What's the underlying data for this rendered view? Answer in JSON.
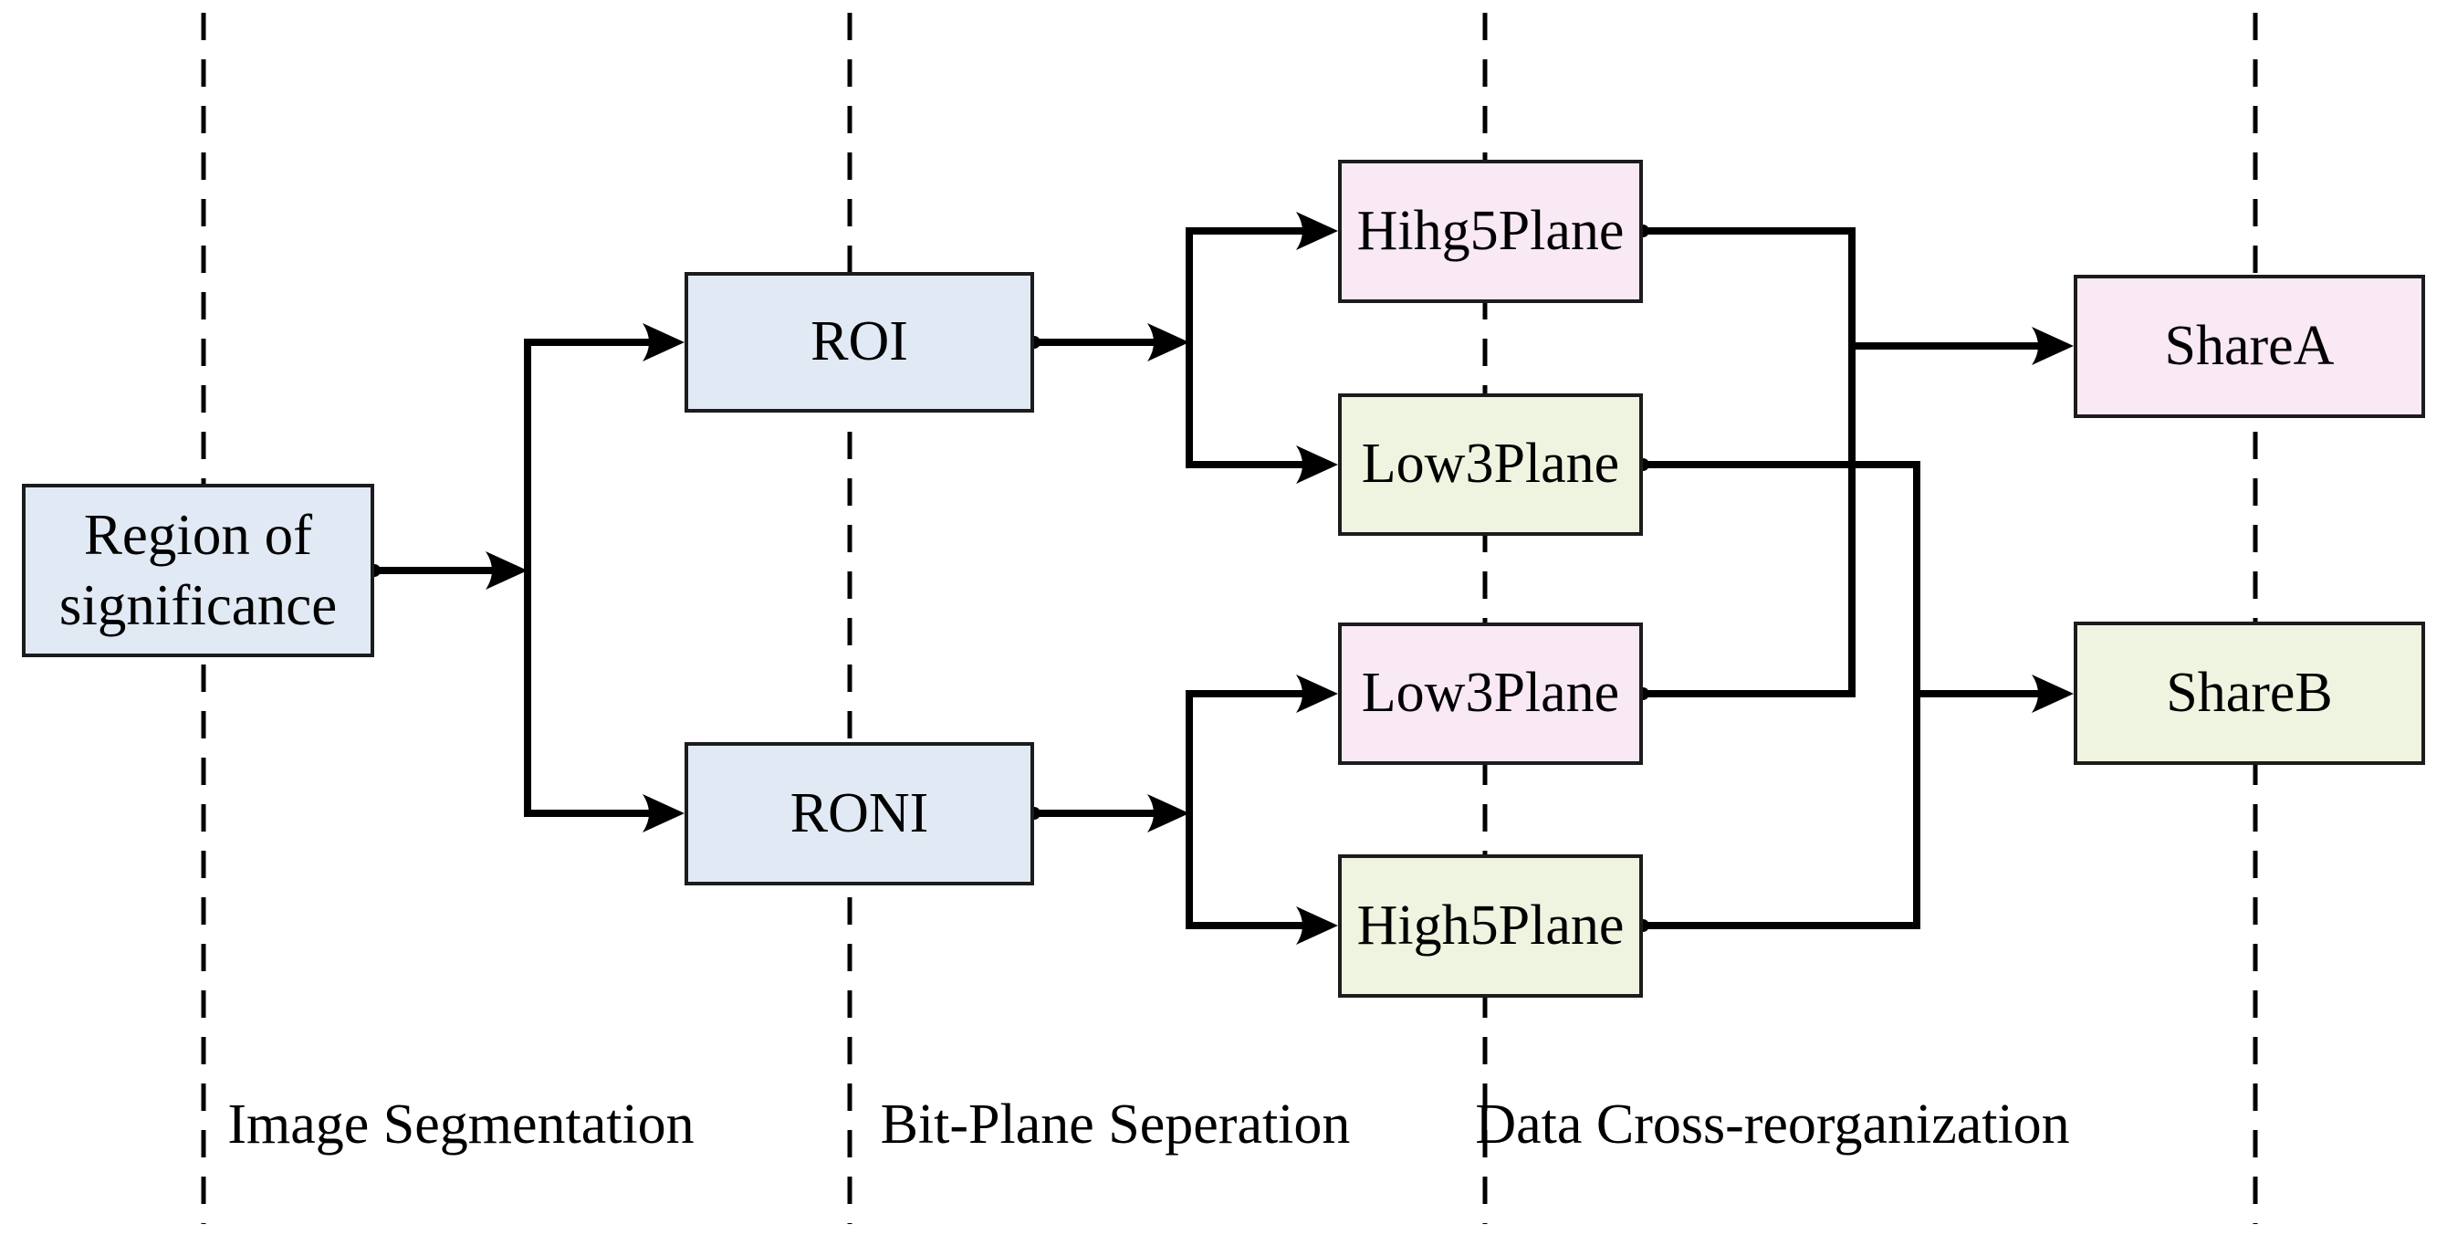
{
  "figure": {
    "background_color": "#ffffff",
    "line_color": "#000000",
    "border_color": "#1c1c1c",
    "stage_labels": [
      {
        "label": "Image Segmentation"
      },
      {
        "label": "Bit-Plane Seperation"
      },
      {
        "label": "Data Cross-reorganization"
      }
    ]
  },
  "colors": {
    "node_blue": "#e1e9f4",
    "node_pink": "#f9e9f4",
    "node_green": "#eff4e0"
  },
  "nodes": {
    "region_of_significance": {
      "label": "Region of significance",
      "fill": "#e1e9f4"
    },
    "roi": {
      "label": "ROI",
      "fill": "#e1e9f4"
    },
    "roni": {
      "label": "RONI",
      "fill": "#e1e9f4"
    },
    "roi_high_plane": {
      "label": "Hihg5Plane",
      "fill": "#f9e9f4"
    },
    "roi_low_plane": {
      "label": "Low3Plane",
      "fill": "#eff4e0"
    },
    "roni_low_plane": {
      "label": "Low3Plane",
      "fill": "#f9e9f4"
    },
    "roni_high_plane": {
      "label": "High5Plane",
      "fill": "#eff4e0"
    },
    "share_a": {
      "label": "ShareA",
      "fill": "#f9e9f4"
    },
    "share_b": {
      "label": "ShareB",
      "fill": "#eff4e0"
    }
  }
}
